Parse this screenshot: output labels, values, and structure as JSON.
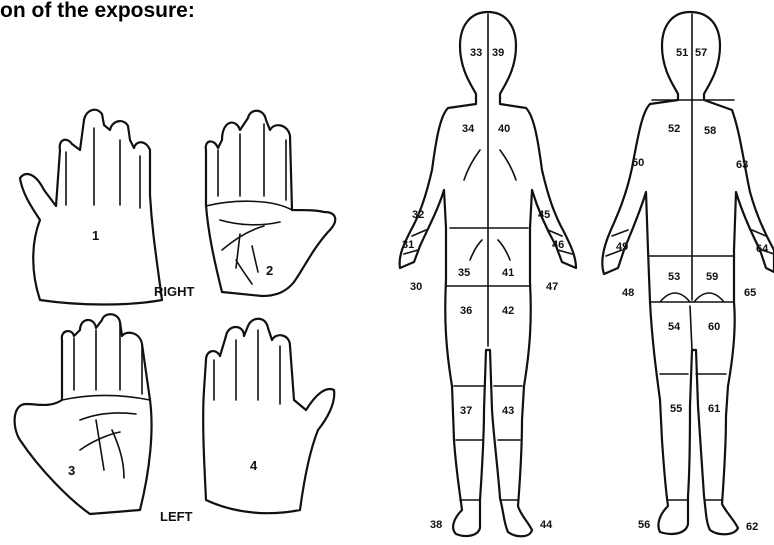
{
  "heading": "on of the exposure:",
  "hands": {
    "right_label": "RIGHT",
    "left_label": "LEFT",
    "numbers": [
      "1",
      "2",
      "3",
      "4"
    ]
  },
  "front_body": {
    "head": [
      "33",
      "39"
    ],
    "chest": [
      "34",
      "40"
    ],
    "upper_arm": [
      "32",
      "45"
    ],
    "forearm": [
      "31",
      "46"
    ],
    "hand": [
      "30",
      "47"
    ],
    "groin": [
      "35",
      "41"
    ],
    "thigh": [
      "36",
      "42"
    ],
    "lower_leg": [
      "37",
      "43"
    ],
    "foot": [
      "38",
      "44"
    ]
  },
  "back_body": {
    "head": [
      "51",
      "57"
    ],
    "back": [
      "52",
      "58"
    ],
    "upper_arm": [
      "50",
      "63"
    ],
    "forearm": [
      "49",
      "64"
    ],
    "hand": [
      "48",
      "65"
    ],
    "buttocks": [
      "53",
      "59"
    ],
    "thigh": [
      "54",
      "60"
    ],
    "lower_leg": [
      "55",
      "61"
    ],
    "foot": [
      "56",
      "62"
    ]
  }
}
